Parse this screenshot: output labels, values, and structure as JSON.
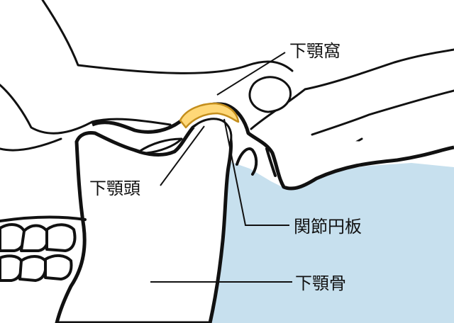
{
  "labels": {
    "fossa": "下顎窩",
    "condyle": "下顎頭",
    "disc": "関節円板",
    "mandible": "下顎骨"
  },
  "colors": {
    "background_tissue": "#c7e0ee",
    "disc": "#ffd878",
    "disc_outline": "#c48e1c",
    "bone": "#ffffff",
    "outline": "#111111"
  }
}
